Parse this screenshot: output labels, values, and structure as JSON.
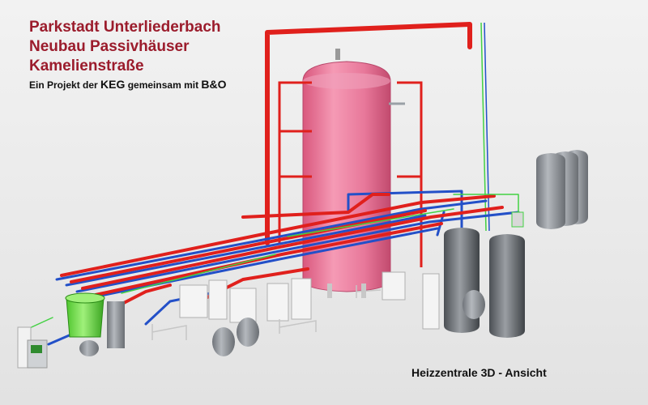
{
  "title": {
    "line1": "Parkstadt Unterliederbach",
    "line2": "Neubau Passivhäuser",
    "line3": "Kamelienstraße"
  },
  "subtitle": {
    "prefix": "Ein Projekt der ",
    "org1": "KEG",
    "middle": " gemeinsam mit ",
    "org2": "B&O"
  },
  "caption": "Heizzentrale 3D - Ansicht",
  "colors": {
    "title_red": "#9b1c2c",
    "pipe_red": "#e0201c",
    "pipe_blue": "#2350c8",
    "pipe_green": "#43d143",
    "tank_pink": "#e8789a",
    "tank_grey": "#8e9298"
  }
}
